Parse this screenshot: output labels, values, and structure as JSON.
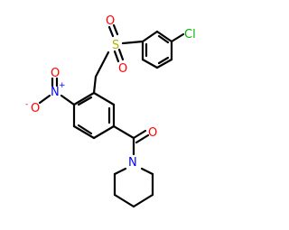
{
  "molecule": {
    "atom_labels": {
      "chlorine": "Cl",
      "sulfur": "S",
      "sulfonyl_oxygen_top": "O",
      "sulfonyl_oxygen_bottom": "O",
      "nitro_nitrogen": "N",
      "nitro_charge_plus": "+",
      "nitro_oxygen_top": "O",
      "nitro_oxygen_minus_left": "O",
      "nitro_charge_minus": "-",
      "carbonyl_oxygen": "O",
      "piperidine_nitrogen": "N"
    },
    "colors": {
      "bond": "#000000",
      "oxygen": "#ff0000",
      "nitrogen": "#0000ff",
      "sulfur": "#b2b200",
      "chlorine": "#00b200"
    }
  }
}
